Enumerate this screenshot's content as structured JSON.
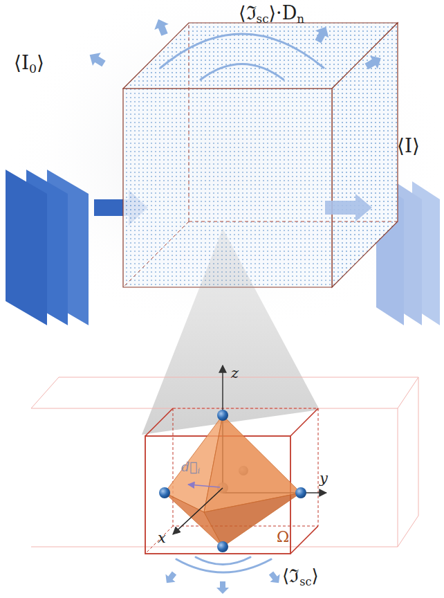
{
  "diagram": {
    "labels": [
      "⟨ℑsc⟩·Dn",
      "⟨I0⟩",
      "⟨I⟩",
      "z",
      "y",
      "d⃗i",
      "x",
      "Ω",
      "⟨ℑsc⟩"
    ]
  }
}
